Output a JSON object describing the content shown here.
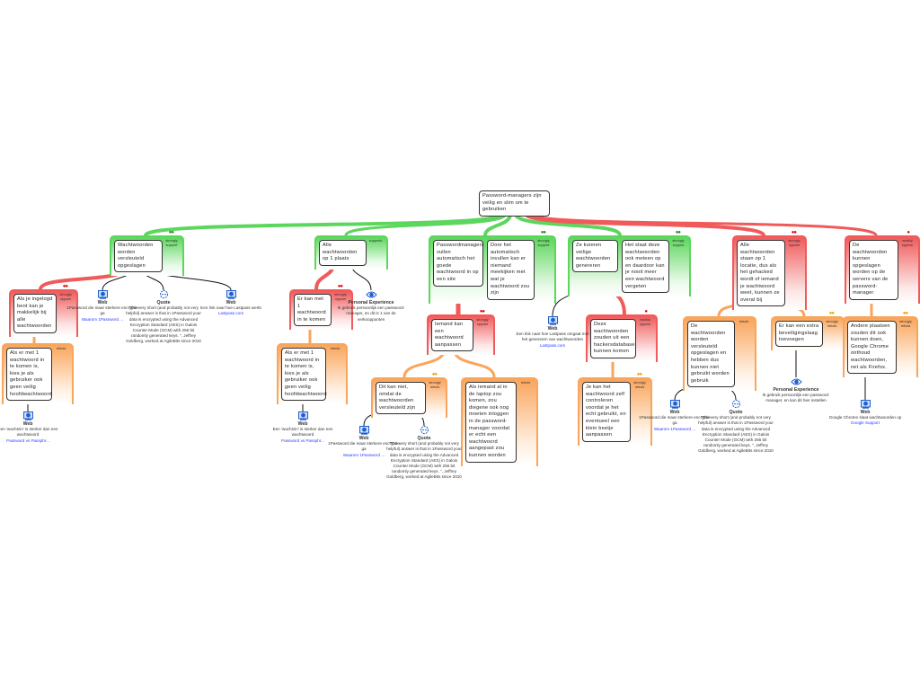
{
  "root": {
    "text": "Password-managers zijn veilig en slim om te gebruiken"
  },
  "colors": {
    "support": "#5cd65c",
    "oppose": "#f05a5a",
    "rebut": "#f9a55c",
    "link": "#2a3cff",
    "icon": "#1f5fd0"
  },
  "claims": [
    {
      "id": "A",
      "type": "support",
      "label": "strongly support",
      "dots": 2,
      "boxes": [
        "Wachtwoorden worden versleuteld opgeslagen"
      ]
    },
    {
      "id": "B",
      "type": "support",
      "label": "supports",
      "dots": 0,
      "boxes": [
        "Alle wachtwoorden op 1 plaats"
      ]
    },
    {
      "id": "C",
      "type": "support",
      "label": "strongly support",
      "dots": 2,
      "boxes": [
        "Passwordmanagers vullen automatisch het goede wachtwoord in op een site",
        "Door het automatisch invullen kan er niemand meekijken met wat je wachtwoord zou zijn"
      ]
    },
    {
      "id": "D",
      "type": "support",
      "label": "strongly support",
      "dots": 2,
      "boxes": [
        "Ze kunnen veilige wachtwoorden genereren",
        "Het slaat deze wachtwoorden ook meteen op en daardoor kan je nooit meer een wachtwoord vergeten"
      ]
    },
    {
      "id": "E",
      "type": "oppose",
      "label": "strongly oppose",
      "dots": 2,
      "boxes": [
        "Alle wachtwoorden staan op 1 locatie, dus als het gehacked wordt of iemand je wachtwoord weet, kunnen ze overal bij"
      ]
    },
    {
      "id": "F",
      "type": "oppose",
      "label": "weakly oppose",
      "dots": 1,
      "boxes": [
        "De wachtwoorden kunnen opgeslagen worden op de servers van de password-manager"
      ]
    },
    {
      "id": "A1",
      "type": "oppose",
      "label": "strongly oppose",
      "dots": 2,
      "boxes": [
        "Als je ingelogd bent kan je makkelijk bij alle wachtwoorden"
      ]
    },
    {
      "id": "A1a",
      "type": "rebut",
      "label": "rebuts",
      "dots": 0,
      "boxes": [
        "Als er met 1 wachtwoord in te komen is, kies je als gebruiker ook geen veilig hoofdwachtwoord"
      ]
    },
    {
      "id": "B1",
      "type": "oppose",
      "label": "strongly oppose",
      "dots": 2,
      "boxes": [
        "Er kan met 1 wachtwoord in te komen"
      ]
    },
    {
      "id": "B1a",
      "type": "rebut",
      "label": "rebuts",
      "dots": 0,
      "boxes": [
        "Als er met 1 wachtwoord in te komen is, kies je als gebruiker ook geen veilig hoofdwachtwoord"
      ]
    },
    {
      "id": "C1",
      "type": "oppose",
      "label": "strongly oppose",
      "dots": 2,
      "boxes": [
        "Iemand kan een wachtwoord aanpassen"
      ]
    },
    {
      "id": "C1a",
      "type": "rebut",
      "label": "strongly rebuts",
      "dots": 2,
      "boxes": [
        "Dit kan niet, omdat de wachtwoorden versleuteld zijn"
      ]
    },
    {
      "id": "C1b",
      "type": "rebut",
      "label": "rebuts",
      "dots": 0,
      "boxes": [
        "Als iemand al in de laptop zou komen, zou diegene ook nog moeten inloggen in de password-manager voordat er echt een wachtwoord aangepast zou kunnen worden"
      ]
    },
    {
      "id": "D1",
      "type": "oppose",
      "label": "weakly oppose",
      "dots": 1,
      "boxes": [
        "Deze wachtwoorden zouden uit een hackersdatabase kunnen komen"
      ]
    },
    {
      "id": "D1a",
      "type": "rebut",
      "label": "strongly rebuts",
      "dots": 2,
      "boxes": [
        "Je kan het wachtwoord zelf controleren voordat je het echt gebruikt, en eventueel een klein beetje aanpassen"
      ]
    },
    {
      "id": "E1",
      "type": "rebut",
      "label": "rebuts",
      "dots": 0,
      "boxes": [
        "De wachtwoorden worden versleuteld opgeslagen en hebben dus kunnen niet gebruikt worden gebruik"
      ]
    },
    {
      "id": "E2",
      "type": "rebut",
      "label": "strongly rebuts",
      "dots": 2,
      "boxes": [
        "Er kan een extra beveiligingslaag toevoegen"
      ]
    },
    {
      "id": "F1",
      "type": "rebut",
      "label": "strongly rebuts",
      "dots": 2,
      "boxes": [
        "Andere plaatsen zouden dit ook kunnen doen, Google Chrome onthoud wachtwoorden, net als Firefox."
      ]
    }
  ],
  "evidence": [
    {
      "id": "eA1",
      "kind": "Web",
      "icon": "web-icon",
      "text": "1Password die maar sterkere encryptie ga",
      "link": "Waarom 1Password ..."
    },
    {
      "id": "eA2",
      "kind": "Quote",
      "icon": "quote-icon",
      "text": "\"The very short (and probably not very helpful) answer is that in 1Password your data is encrypted using the Advanced Encryption Standard (AES) in Galois Counter Mode (GCM) with 256 bit randomly generated keys. \", Jeffrey Goldberg, worked at AgileBits since 2010",
      "link": ""
    },
    {
      "id": "eA3",
      "kind": "Web",
      "icon": "web-icon",
      "text": "Een link naar hoe Lastpass werkt",
      "link": "Lastpass.com"
    },
    {
      "id": "eA1a",
      "kind": "Web",
      "icon": "web-icon",
      "text": "Een 'wachtzin' is sterker dan een wachtwoord",
      "link": "Password vs Passphr..."
    },
    {
      "id": "eB",
      "kind": "Personal Experience",
      "icon": "eye-icon",
      "text": "Ik gebruik persoonlijk een password-manager, en dit is 1 van de verkooppunten",
      "link": ""
    },
    {
      "id": "eB1a",
      "kind": "Web",
      "icon": "web-icon",
      "text": "Een 'wachtzin' is sterker dan een wachtwoord",
      "link": "Password vs Passphr..."
    },
    {
      "id": "eC1a1",
      "kind": "Web",
      "icon": "web-icon",
      "text": "1Password die maar sterkere encryptie ga",
      "link": "Waarom 1Password ..."
    },
    {
      "id": "eC1a2",
      "kind": "Quote",
      "icon": "quote-icon",
      "text": "\"The very short (and probably not very helpful) answer is that in 1Password your data is encrypted using the Advanced Encryption Standard (AES) in Galois Counter Mode (GCM) with 256 bit randomly generated keys. \", Jeffrey Goldberg, worked at AgileBits since 2010",
      "link": ""
    },
    {
      "id": "eD",
      "kind": "Web",
      "icon": "web-icon",
      "text": "Een link naar hoe Lastpass omgaat met het genereren van wachtwoorden",
      "link": "Lastpass.com"
    },
    {
      "id": "eE1a",
      "kind": "Web",
      "icon": "web-icon",
      "text": "1Password die maar sterkere encryptie ga",
      "link": "Waarom 1Password ..."
    },
    {
      "id": "eE1b",
      "kind": "Quote",
      "icon": "quote-icon",
      "text": "\"The very short (and probably not very helpful) answer is that in 1Password your data is encrypted using the Advanced Encryption Standard (AES) in Galois Counter Mode (GCM) with 256 bit randomly generated keys. \", Jeffrey Goldberg, worked at AgileBits since 2010",
      "link": ""
    },
    {
      "id": "eE2",
      "kind": "Personal Experience",
      "icon": "eye-icon",
      "text": "Ik gebruik persoonlijk een password-manager, en kan dit hier instellen",
      "link": ""
    },
    {
      "id": "eF1",
      "kind": "Web",
      "icon": "web-icon",
      "text": "Google Chrome slaat wachtwoorden op",
      "link": "Google Support"
    }
  ]
}
